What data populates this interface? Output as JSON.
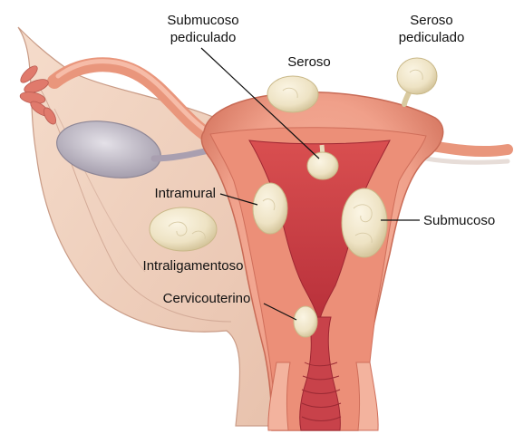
{
  "labels": {
    "submucoso_pediculado_line1": "Submucoso",
    "submucoso_pediculado_line2": "pediculado",
    "seroso": "Seroso",
    "seroso_pediculado_line1": "Seroso",
    "seroso_pediculado_line2": "pediculado",
    "intramural": "Intramural",
    "submucoso": "Submucoso",
    "intraligamentoso": "Intraligamentoso",
    "cervicouterino": "Cervicouterino"
  },
  "colors": {
    "myometrium": "#f2a58e",
    "myometrium_dark": "#d9735f",
    "cavity": "#c23a3f",
    "cavity_light": "#e0686a",
    "fibroid": "#efe6c8",
    "fibroid_shade": "#d8cba2",
    "ligament": "#f1d3c0",
    "ligament_edge": "#c79a86",
    "ovary": "#b9b3bd",
    "tube": "#f0a88c",
    "fimbriae": "#e27c6e"
  }
}
